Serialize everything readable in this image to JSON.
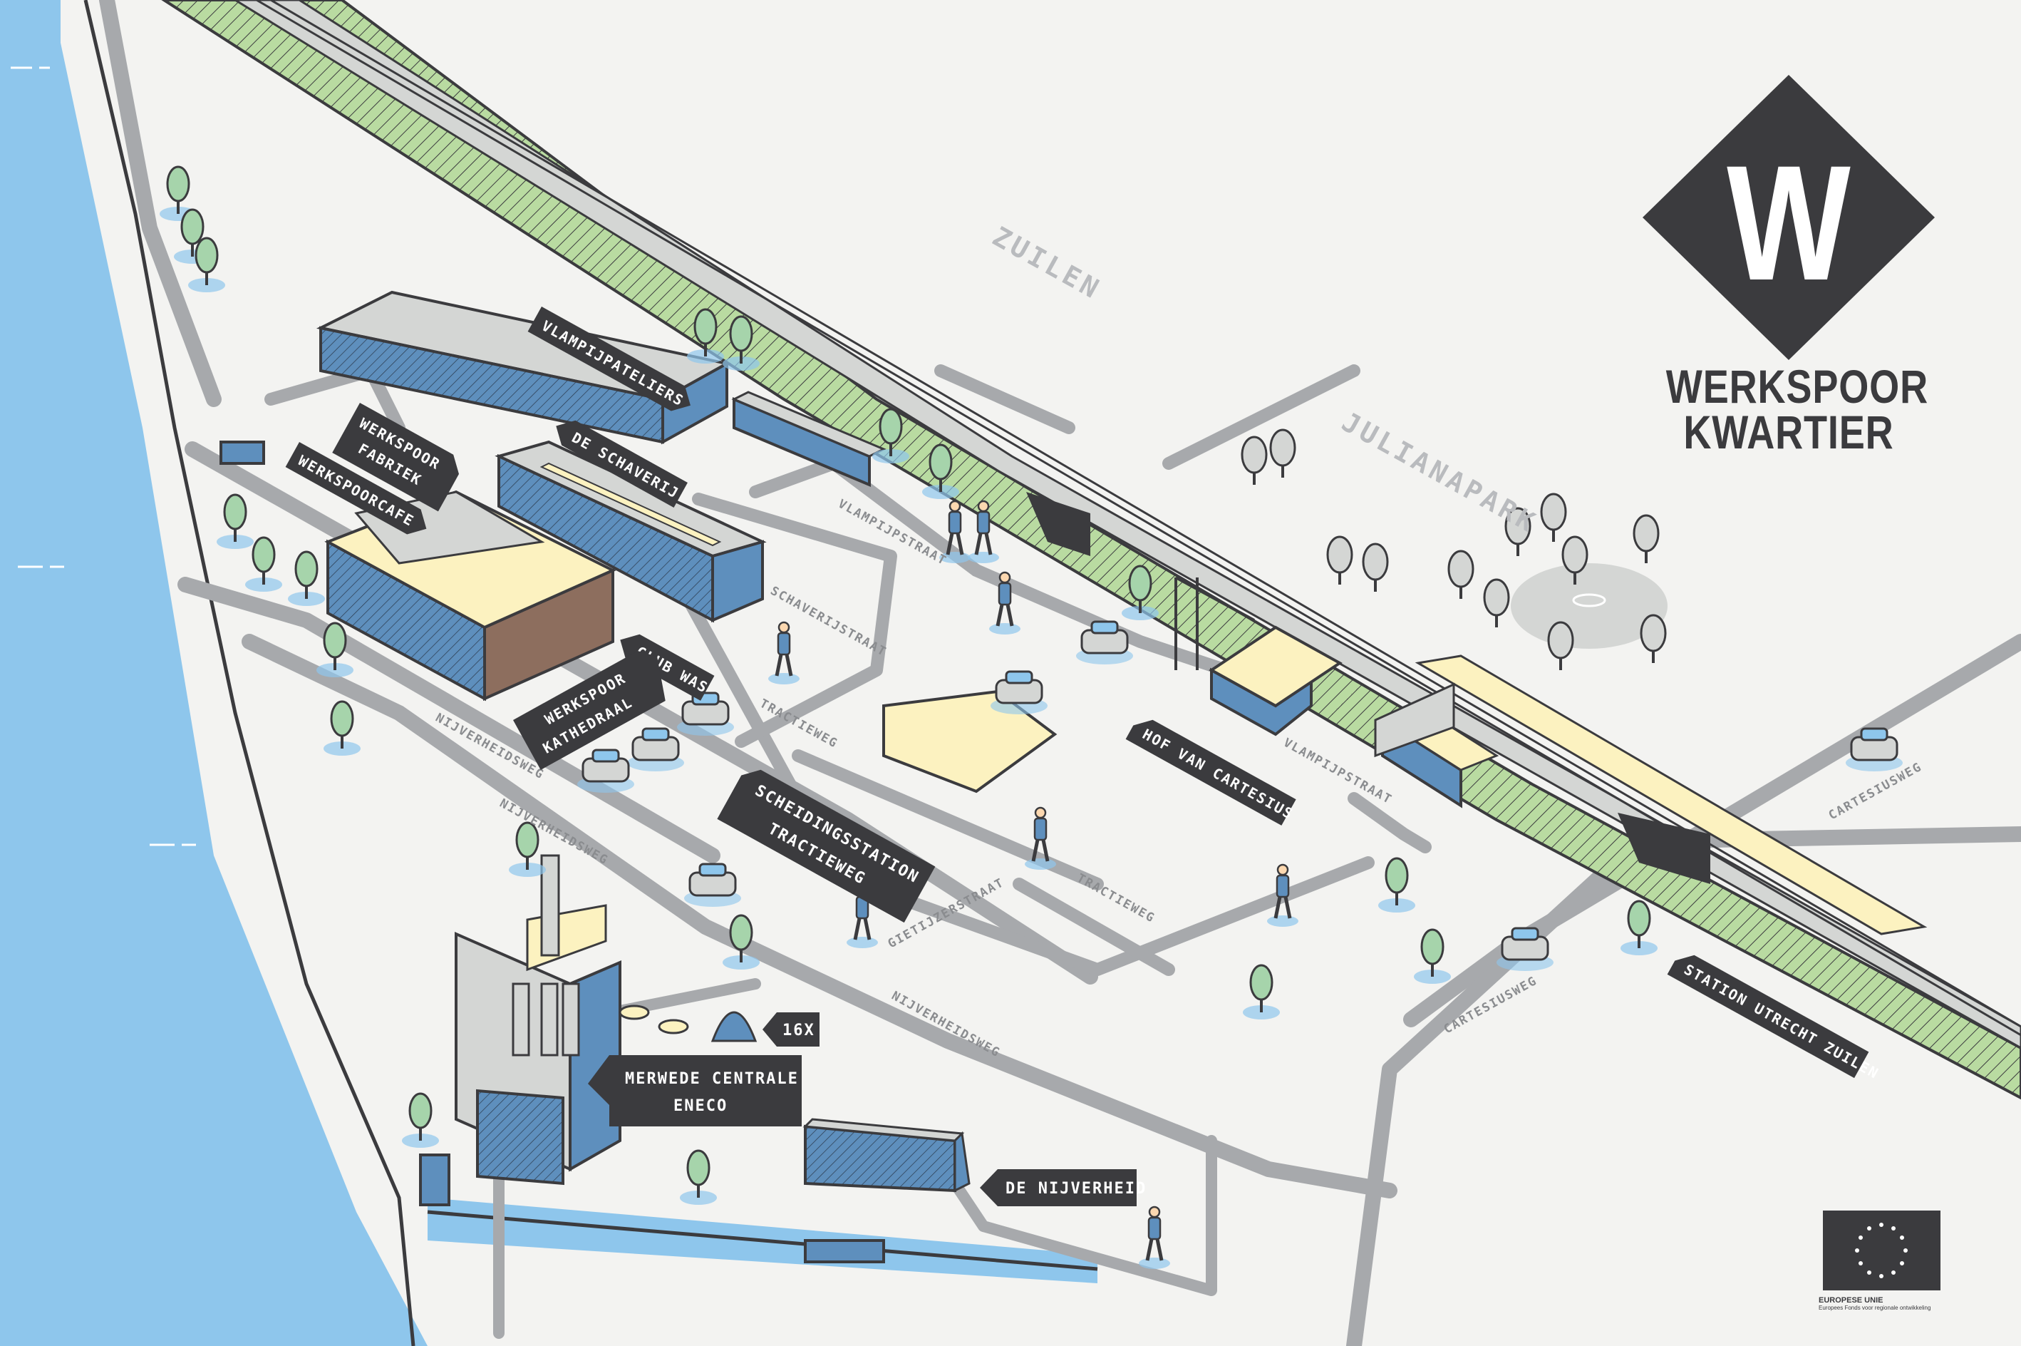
{
  "brand": {
    "logo_letter": "W",
    "title_line1": "WERKSPOOR",
    "title_line2": "KWARTIER"
  },
  "districts": {
    "zuilen": "ZUILEN",
    "julianapark": "JULIANAPARK"
  },
  "labels": {
    "vlampijpateliers": "VLAMPIJPATELIERS",
    "werkspoor_fabriek_1": "WERKSPOOR",
    "werkspoor_fabriek_2": "FABRIEK",
    "de_schaverij": "DE SCHAVERIJ",
    "werkspoorcafe": "WERKSPOORCAFE",
    "club_was": "CLUB WAS",
    "werkspoor_kathedraal_1": "WERKSPOOR",
    "werkspoor_kathedraal_2": "KATHEDRAAL",
    "scheidingsstation_1": "SCHEIDINGSSTATION",
    "scheidingsstation_2": "TRACTIEWEG",
    "hof_van_cartesius": "HOF VAN CARTESIUS",
    "station_utrecht_zuilen": "STATION UTRECHT ZUILEN",
    "sixteen_x": "16X",
    "merwede_1": "MERWEDE CENTRALE",
    "merwede_2": "ENECO",
    "de_nijverheid": "DE NIJVERHEID"
  },
  "streets": {
    "vlampijpstraat_1": "VLAMPIJPSTRAAT",
    "vlampijpstraat_2": "VLAMPIJPSTRAAT",
    "schaverijstraat": "SCHAVERIJSTRAAT",
    "tractieweg_1": "TRACTIEWEG",
    "tractieweg_2": "TRACTIEWEG",
    "nijverheidsweg_1": "NIJVERHEIDSWEG",
    "nijverheidsweg_2": "NIJVERHEIDSWEG",
    "nijverheidsweg_3": "NIJVERHEIDSWEG",
    "gietijzerstraat": "GIETIJZERSTRAAT",
    "cartesiusweg_1": "CARTESIUSWEG",
    "cartesiusweg_2": "CARTESIUSWEG"
  },
  "eu": {
    "name": "EUROPESE UNIE",
    "sub": "Europees Fonds voor regionale ontwikkeling"
  },
  "colors": {
    "background": "#f3f3f1",
    "water": "#8ec6ec",
    "road": "#a7a9ac",
    "label_bg": "#3b3b3e",
    "rail_green": "#b9dba1",
    "building_blue": "#5e8fbd",
    "building_cream": "#fcf2c0"
  }
}
